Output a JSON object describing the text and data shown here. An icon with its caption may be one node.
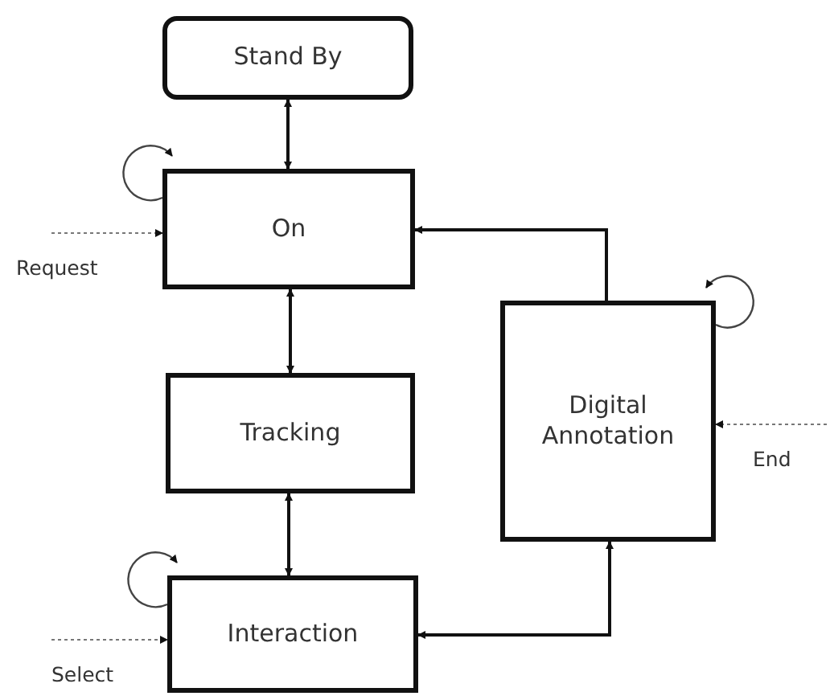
{
  "diagram": {
    "nodes": [
      {
        "text": [
          "Stand By"
        ]
      },
      {
        "text": [
          "On"
        ]
      },
      {
        "text": [
          "Tracking"
        ]
      },
      {
        "text": [
          "Interaction"
        ]
      },
      {
        "text": [
          "Digital Annotation"
        ]
      }
    ],
    "edges": [
      {
        "from": 0,
        "to": 1,
        "arrow": "both"
      },
      {
        "from": 1,
        "to": 2,
        "arrow": "both"
      },
      {
        "from": 2,
        "to": 3,
        "arrow": "both"
      },
      {
        "from": 3,
        "to": 4,
        "arrow": "both"
      },
      {
        "from": 4,
        "to": 1,
        "arrow": "to"
      },
      {
        "from": 1,
        "to": 1,
        "arrow": "to"
      },
      {
        "from": 3,
        "to": 3,
        "arrow": "to"
      },
      {
        "from": 4,
        "to": 4,
        "arrow": "to"
      },
      {
        "from": null,
        "to": 1,
        "arrow": "to",
        "label": "Request",
        "style": "dashed",
        "color": "#777777"
      },
      {
        "from": null,
        "to": 3,
        "arrow": "to",
        "label": "Select",
        "style": "dashed",
        "color": "#777777"
      },
      {
        "from": null,
        "to": 4,
        "arrow": "to",
        "label": "End",
        "style": "dashed",
        "color": "#777777"
      }
    ]
  }
}
